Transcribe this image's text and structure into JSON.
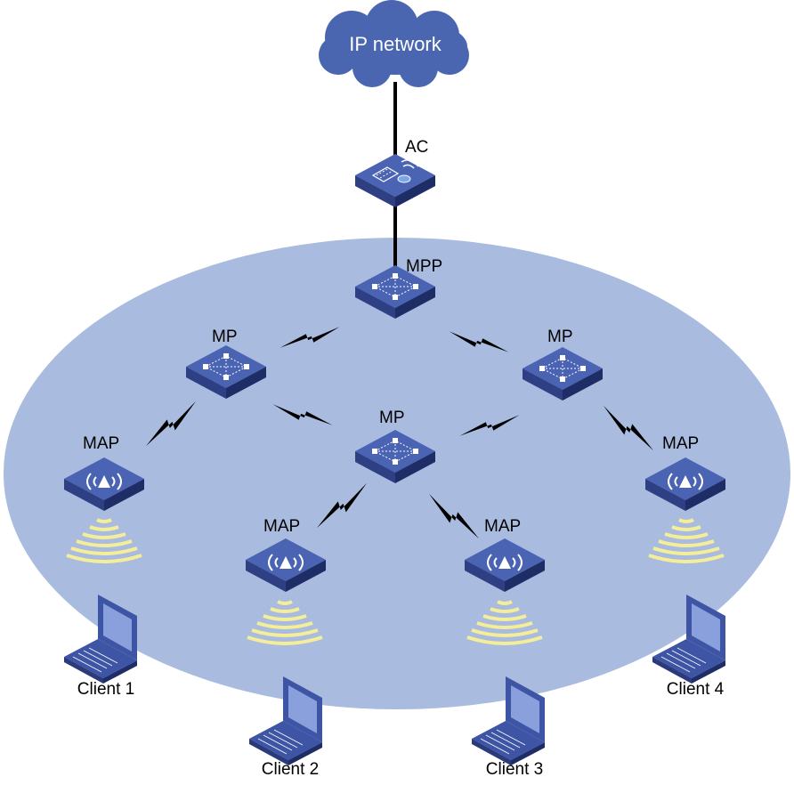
{
  "cloud": {
    "label": "IP network",
    "color": "#4b66b0"
  },
  "devices": {
    "ac": {
      "label": "AC",
      "icon": "access-controller-icon"
    },
    "mpp": {
      "label": "MPP",
      "icon": "mesh-portal-point-icon"
    },
    "mp_left": {
      "label": "MP",
      "icon": "mesh-point-icon"
    },
    "mp_right": {
      "label": "MP",
      "icon": "mesh-point-icon"
    },
    "mp_center": {
      "label": "MP",
      "icon": "mesh-point-icon"
    },
    "map_1": {
      "label": "MAP",
      "icon": "mesh-access-point-icon"
    },
    "map_2": {
      "label": "MAP",
      "icon": "mesh-access-point-icon"
    },
    "map_3": {
      "label": "MAP",
      "icon": "mesh-access-point-icon"
    },
    "map_4": {
      "label": "MAP",
      "icon": "mesh-access-point-icon"
    }
  },
  "clients": [
    {
      "label": "Client 1",
      "icon": "laptop-icon"
    },
    {
      "label": "Client 2",
      "icon": "laptop-icon"
    },
    {
      "label": "Client 3",
      "icon": "laptop-icon"
    },
    {
      "label": "Client 4",
      "icon": "laptop-icon"
    }
  ],
  "colors": {
    "mesh_area": "#a9bbde",
    "device_top": "#3e55a5",
    "device_side": "#2a3a7a",
    "signal": "#f4ee9a"
  }
}
